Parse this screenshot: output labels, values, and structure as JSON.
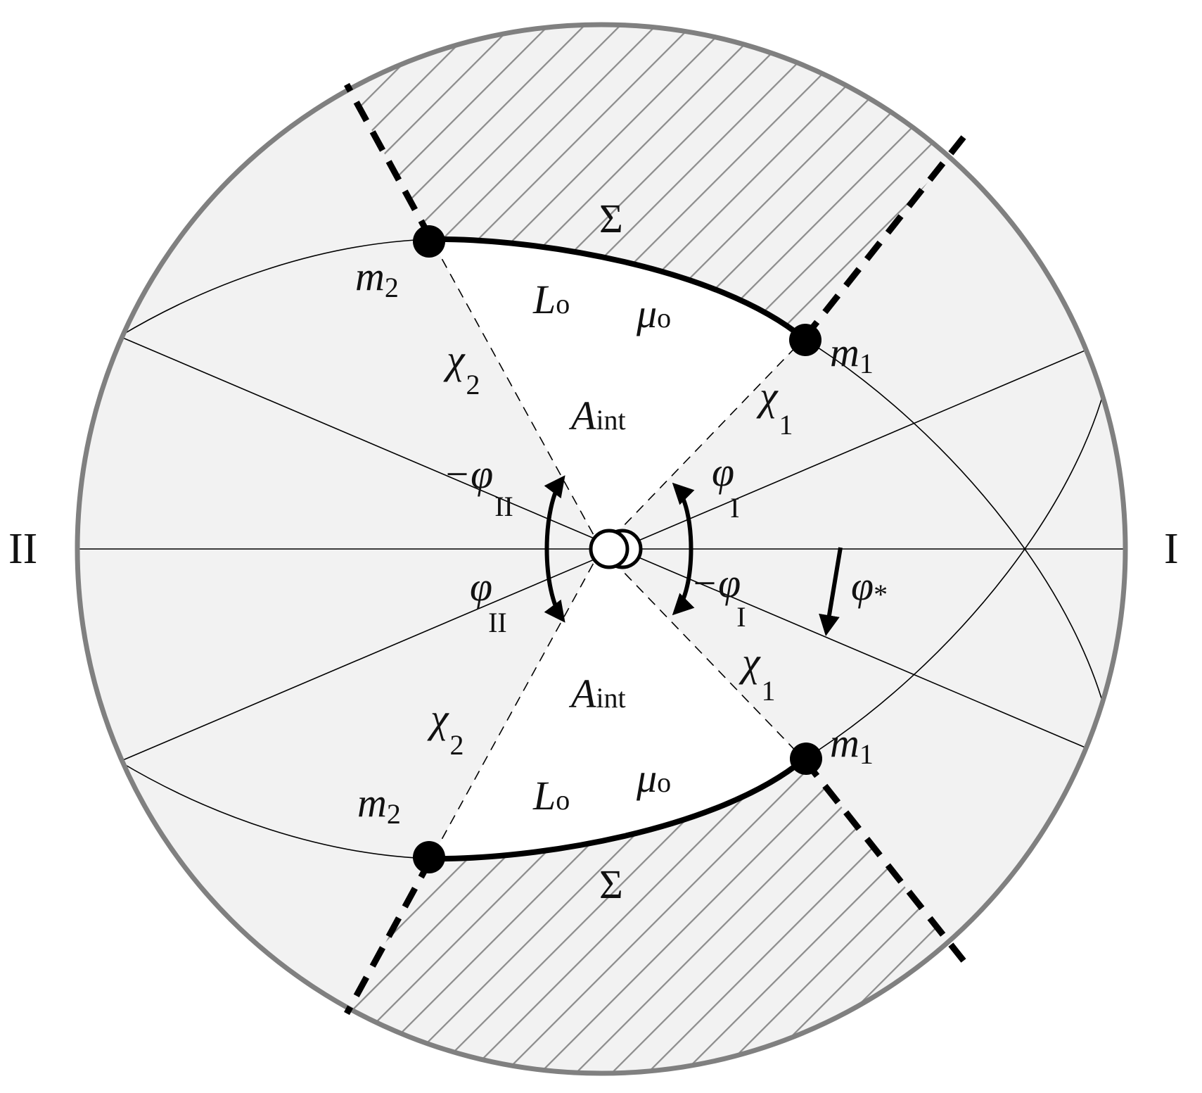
{
  "labels": {
    "region_right": "I",
    "region_left": "II",
    "sigma": "Σ",
    "m": "m",
    "one": "1",
    "two": "2",
    "L": "L",
    "o": "o",
    "mu": "μ",
    "A": "A",
    "int": "int",
    "chi": "χ",
    "phi": "φ",
    "minus_phi": "−φ",
    "sub_I": "I",
    "sub_II": "II",
    "star": "*"
  },
  "colors": {
    "disk_fill": "#f2f2f2",
    "disk_border": "#808080",
    "hatch": "#8c8c8c",
    "ink": "#000000"
  }
}
